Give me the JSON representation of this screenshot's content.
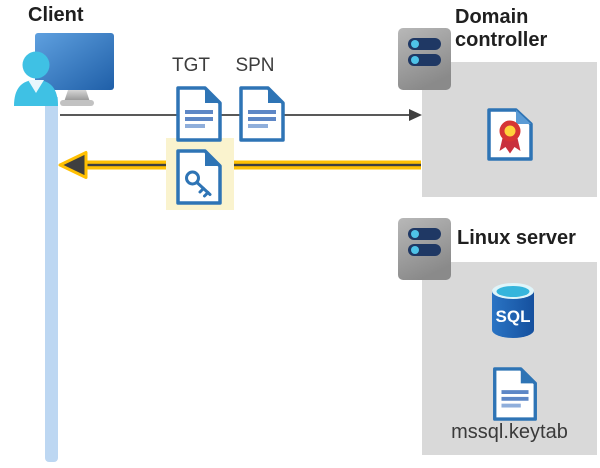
{
  "client": {
    "label": "Client"
  },
  "flow": {
    "tgt_label": "TGT",
    "spn_label": "SPN"
  },
  "domain_controller": {
    "label": "Domain controller"
  },
  "linux_server": {
    "label": "Linux server",
    "sql_text": "SQL",
    "keytab_label": "mssql.keytab"
  },
  "colors": {
    "panel_gray": "#D9D9D9",
    "accent_yellow": "#FFC002",
    "highlight_yellow": "#FAF3CE",
    "doc_blue": "#2E74B5",
    "client_bar_blue": "#BDD7F2",
    "arrow_gray": "#595959",
    "server_pill_navy": "#1F3864",
    "sql_blue": "#1E63B0"
  }
}
